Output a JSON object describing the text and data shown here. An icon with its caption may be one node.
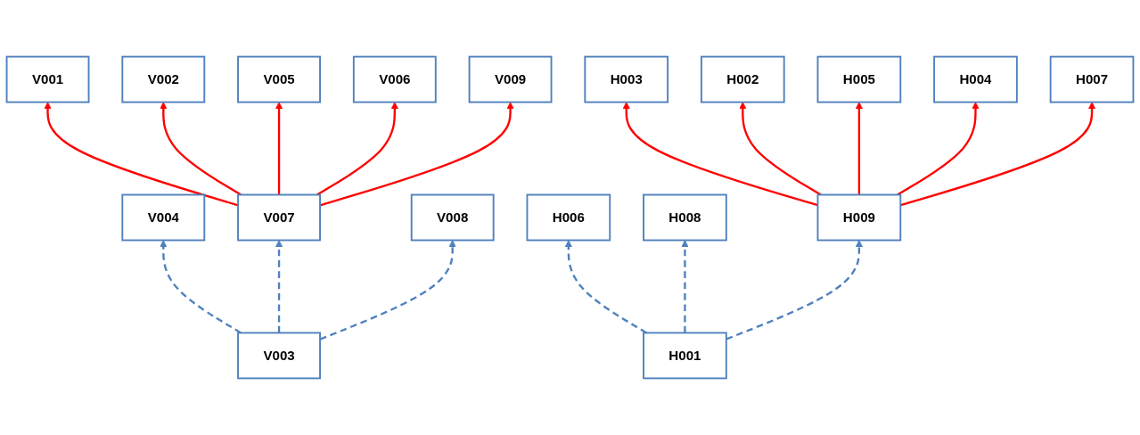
{
  "diagram": {
    "nodes": [
      {
        "text": [
          "V001"
        ]
      },
      {
        "text": [
          "V002"
        ]
      },
      {
        "text": [
          "V003"
        ]
      },
      {
        "text": [
          "V004"
        ]
      },
      {
        "text": [
          "V005"
        ]
      },
      {
        "text": [
          "V006"
        ]
      },
      {
        "text": [
          "V007"
        ]
      },
      {
        "text": [
          "V008"
        ]
      },
      {
        "text": [
          "V009"
        ]
      },
      {
        "text": [
          "H001"
        ]
      },
      {
        "text": [
          "H002"
        ]
      },
      {
        "text": [
          "H003"
        ]
      },
      {
        "text": [
          "H004"
        ]
      },
      {
        "text": [
          "H005"
        ]
      },
      {
        "text": [
          "H006"
        ]
      },
      {
        "text": [
          "H007"
        ]
      },
      {
        "text": [
          "H008"
        ]
      },
      {
        "text": [
          "H009"
        ]
      }
    ],
    "edges": [
      {
        "from": 2,
        "to": 3,
        "arrow": "to",
        "style": "dashed",
        "color": "#4f81bd"
      },
      {
        "from": 2,
        "to": 6,
        "arrow": "to",
        "style": "dashed",
        "color": "#4f81bd"
      },
      {
        "from": 2,
        "to": 7,
        "arrow": "to",
        "style": "dashed",
        "color": "#4f81bd"
      },
      {
        "from": 6,
        "to": 0,
        "arrow": "to"
      },
      {
        "from": 6,
        "to": 1,
        "arrow": "to"
      },
      {
        "from": 6,
        "to": 4,
        "arrow": "to"
      },
      {
        "from": 6,
        "to": 5,
        "arrow": "to"
      },
      {
        "from": 6,
        "to": 8,
        "arrow": "to"
      },
      {
        "from": 9,
        "to": 14,
        "arrow": "to",
        "style": "dashed",
        "color": "#4f81bd"
      },
      {
        "from": 9,
        "to": 17,
        "arrow": "to",
        "style": "dashed",
        "color": "#4f81bd"
      },
      {
        "from": 9,
        "to": 16,
        "arrow": "to",
        "style": "dashed",
        "color": "#4f81bd"
      },
      {
        "from": 17,
        "to": 11,
        "arrow": "to"
      },
      {
        "from": 17,
        "to": 10,
        "arrow": "to"
      },
      {
        "from": 17,
        "to": 13,
        "arrow": "to"
      },
      {
        "from": 17,
        "to": 12,
        "arrow": "to"
      },
      {
        "from": 17,
        "to": 15,
        "arrow": "to"
      }
    ]
  }
}
